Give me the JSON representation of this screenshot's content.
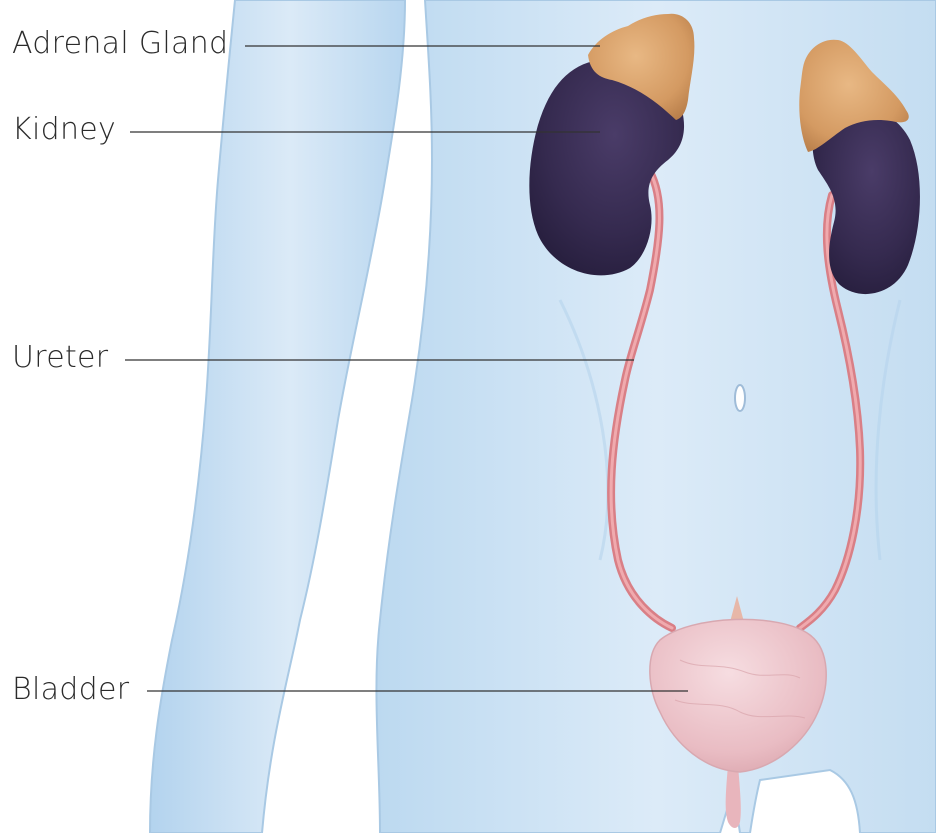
{
  "labels": {
    "adrenal_gland": "Adrenal Gland",
    "kidney": "Kidney",
    "ureter": "Ureter",
    "bladder": "Bladder"
  },
  "colors": {
    "body_skin": "#cfe5f6",
    "body_outline": "#9fc3df",
    "kidney": "#3a2f55",
    "adrenal": "#d9a06a",
    "ureter": "#e3898d",
    "bladder": "#edc7cc",
    "leader_line": "#333333",
    "label_text": "#2b2b2b"
  }
}
